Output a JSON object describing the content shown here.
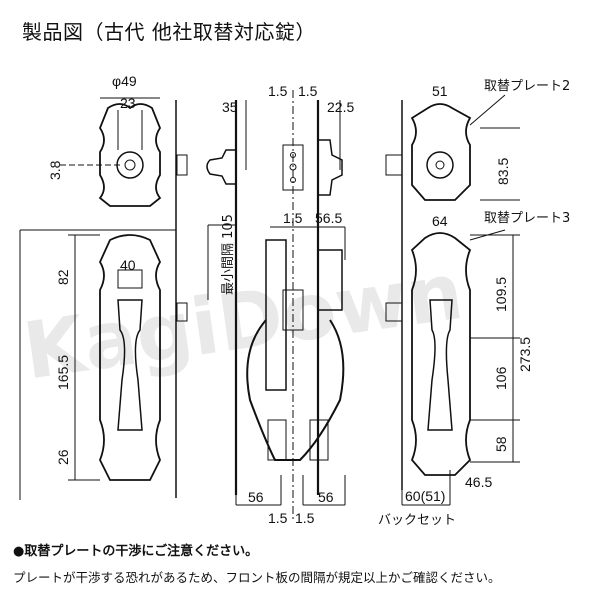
{
  "title": "製品図（古代 他社取替対応錠）",
  "watermark": "KagiDown",
  "left_view": {
    "dim_diameter": "φ49",
    "dim_cylinder": "23",
    "dim_offset": "3.8",
    "dim_handle_width": "40",
    "dim_upper": "82",
    "dim_pitch": "165.5",
    "dim_lower": "26"
  },
  "side_view": {
    "dim_knob": "35",
    "dim_gap_left": "1.5",
    "dim_gap_right": "1.5",
    "dim_thumb": "22.5",
    "min_gap_label": "最小間隔 105",
    "dim_gap_mid": "1.5",
    "dim_handle_proj": "56.5",
    "dim_bottom_left": "56",
    "dim_bottom_right": "56",
    "dim_bottom_gap_left": "1.5",
    "dim_bottom_gap_right": "1.5"
  },
  "right_view": {
    "plate2_label": "取替プレート2",
    "dim_plate2_width": "51",
    "dim_plate2_height": "83.5",
    "plate3_label": "取替プレート3",
    "dim_plate3_width": "64",
    "dim_upper": "109.5",
    "dim_mid": "106",
    "dim_total": "273.5",
    "dim_lower": "58",
    "dim_bottom": "46.5",
    "dim_backset": "60(51)",
    "backset_label": "バックセット"
  },
  "notes": {
    "bold": "●取替プレートの干渉にご注意ください。",
    "text": "プレートが干渉する恐れがあるため、フロント板の間隔が規定以上かご確認ください。"
  }
}
